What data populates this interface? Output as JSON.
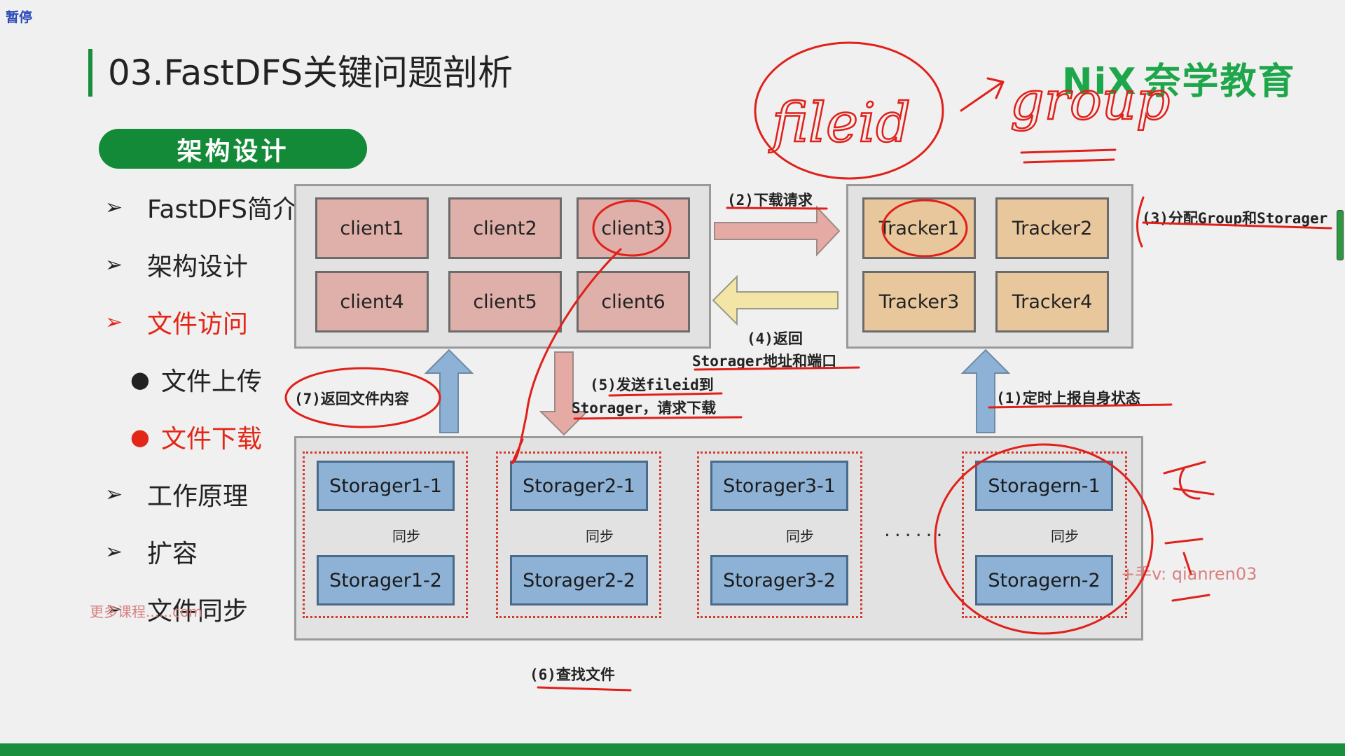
{
  "overlay": {
    "pause_label": "暂停"
  },
  "slide": {
    "title": "03.FastDFS关键问题剖析",
    "logo_mark": "NiX",
    "logo_text": "奈学教育",
    "section_pill": "架构设计",
    "outline": [
      {
        "label": "FastDFS简介",
        "marker": "arrow",
        "active": false
      },
      {
        "label": "架构设计",
        "marker": "arrow",
        "active": false
      },
      {
        "label": "文件访问",
        "marker": "arrow",
        "active": true
      },
      {
        "label": "文件上传",
        "marker": "bullet",
        "active": false
      },
      {
        "label": "文件下载",
        "marker": "bullet",
        "active": true
      },
      {
        "label": "工作原理",
        "marker": "arrow",
        "active": false
      },
      {
        "label": "扩容",
        "marker": "arrow",
        "active": false
      },
      {
        "label": "文件同步",
        "marker": "arrow",
        "active": false
      }
    ],
    "watermark": "更多课程......com",
    "contact": "+手v: qianren03"
  },
  "diagram": {
    "clients": [
      "client1",
      "client2",
      "client3",
      "client4",
      "client5",
      "client6"
    ],
    "trackers": [
      "Tracker1",
      "Tracker2",
      "Tracker3",
      "Tracker4"
    ],
    "storage_groups": [
      {
        "top": "Storager1-1",
        "bottom": "Storager1-2",
        "sync": "同步"
      },
      {
        "top": "Storager2-1",
        "bottom": "Storager2-2",
        "sync": "同步"
      },
      {
        "top": "Storager3-1",
        "bottom": "Storager3-2",
        "sync": "同步"
      },
      {
        "top": "Storagern-1",
        "bottom": "Storagern-2",
        "sync": "同步"
      }
    ],
    "ellipsis": "......",
    "steps": {
      "s1": "(1)定时上报自身状态",
      "s2": "(2)下载请求",
      "s3": "(3)分配Group和Storager",
      "s4a": "(4)返回",
      "s4b": "Storager地址和端口",
      "s5a": "(5)发送fileid到",
      "s5b": "Storager，请求下载",
      "s6": "(6)查找文件",
      "s7": "(7)返回文件内容"
    }
  },
  "annotations": {
    "fileid": "fileid",
    "group": "group"
  },
  "colors": {
    "accent_green": "#1b8e3d",
    "active_red": "#e22718",
    "ink_red": "#e0201a",
    "client_fill": "#dfb0aa",
    "tracker_fill": "#e9c79d",
    "storage_fill": "#8db2d6"
  }
}
